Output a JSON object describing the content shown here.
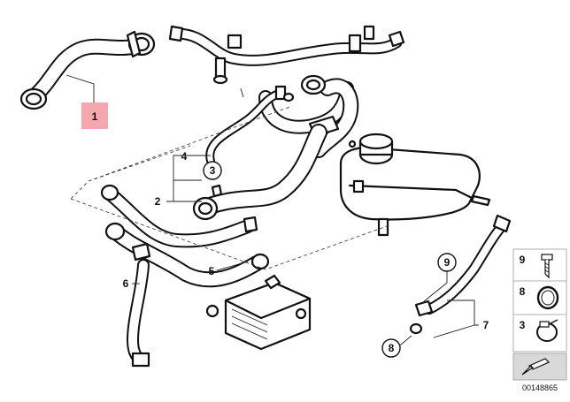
{
  "callouts": {
    "c1": "1",
    "c2": "2",
    "c3": "3",
    "c4": "4",
    "c5": "5",
    "c6": "6",
    "c7": "7",
    "c8": "8",
    "c9": "9"
  },
  "legend": {
    "items": [
      {
        "number": "9",
        "icon": "screw-icon"
      },
      {
        "number": "8",
        "icon": "o-ring-icon"
      },
      {
        "number": "3",
        "icon": "hose-clamp-icon"
      }
    ],
    "arrow_icon": "direction-arrow-icon"
  },
  "document_number": "00148865",
  "colors": {
    "highlight": "#f4a7ae",
    "legend_bg": "#d9d9d9"
  }
}
